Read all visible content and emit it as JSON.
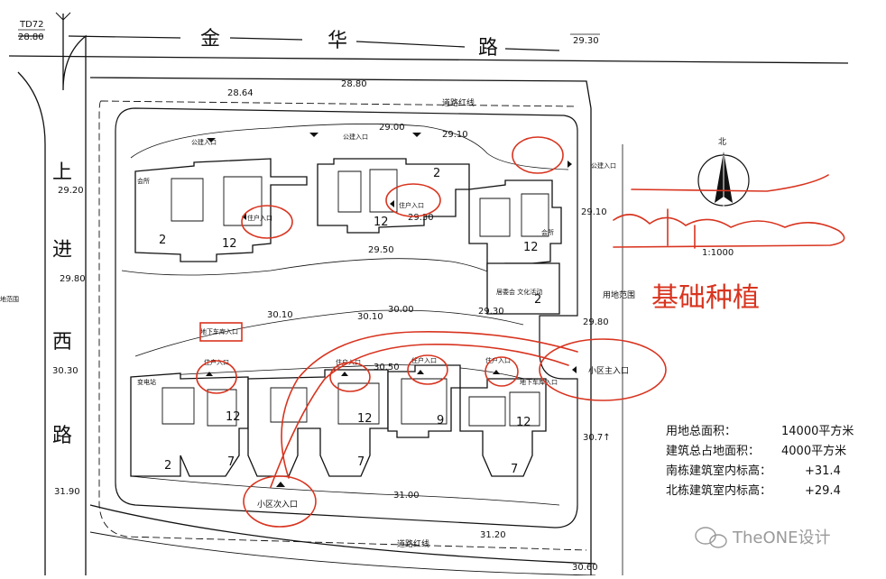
{
  "roads": {
    "north": {
      "chars": [
        "金",
        "华",
        "路"
      ]
    },
    "west": {
      "chars": [
        "上",
        "进",
        "西",
        "路"
      ]
    }
  },
  "elevations": {
    "top_left_code": "TD72",
    "e_28_80_a": "28.80",
    "e_29_30": "29.30",
    "e_28_64": "28.64",
    "e_28_80_b": "28.80",
    "e_29_00": "29.00",
    "e_29_10_a": "29.10",
    "e_29_20": "29.20",
    "e_29_10_b": "29.10",
    "e_29_30_b": "29.30",
    "e_29_50": "29.50",
    "e_29_80_left": "29.80",
    "e_30_10_a": "30.10",
    "e_30_10_b": "30.10",
    "e_30_00": "30.00",
    "e_29_30_c": "29.30",
    "e_29_80_right": "29.80",
    "e_30_30": "30.30",
    "e_30_50": "30.50",
    "e_30_7": "30.7↑",
    "e_31_00": "31.00",
    "e_31_90": "31.90",
    "e_31_20": "31.20",
    "e_30_60": "30.60"
  },
  "labels": {
    "road_red_line_top": "道路红线",
    "road_red_line_bottom": "道路红线",
    "public_entrance_1": "公建入口",
    "public_entrance_2": "公建入口",
    "public_entrance_3": "公建入口",
    "site_boundary_right": "用地范围",
    "site_boundary_left": "地范围",
    "resident_entrance_1": "住户入口",
    "resident_entrance_2": "住户入口",
    "resident_entrance_3": "住户入口",
    "resident_entrance_4": "住户入口",
    "resident_entrance_5": "住户入口",
    "resident_entrance_6": "住户入口",
    "underground_garage_entrance": "地下车库入口",
    "main_entrance": "小区主入口",
    "secondary_entrance": "小区次入口",
    "shop_left": "会所",
    "shop_right": "会所",
    "property_culture": "居委会\n文化活动",
    "substation": "变电站",
    "parking_entrance": "地下车库入口"
  },
  "floors": {
    "n1a": "2",
    "n1b": "12",
    "n2a": "2",
    "n2b": "12",
    "n3a": "12",
    "n3b": "2",
    "s1a": "12",
    "s1b": "2",
    "s1c": "7",
    "s2a": "12",
    "s2b": "7",
    "s3a": "9",
    "s4a": "12",
    "s4b": "7"
  },
  "north_arrow": {
    "label": "北",
    "scale": "1:1000"
  },
  "handwriting": {
    "note": "基础种植"
  },
  "legend": [
    {
      "label": "用地总面积：",
      "value": "14000平方米"
    },
    {
      "label": "建筑总占地面积：",
      "value": "4000平方米"
    },
    {
      "label": "南栋建筑室内标高：",
      "value": "+31.4"
    },
    {
      "label": "北栋建筑室内标高：",
      "value": "+29.4"
    }
  ],
  "watermark": {
    "text": "TheONE设计"
  },
  "colors": {
    "ink": "#111111",
    "red": "#d8341f",
    "paper": "#ffffff"
  }
}
